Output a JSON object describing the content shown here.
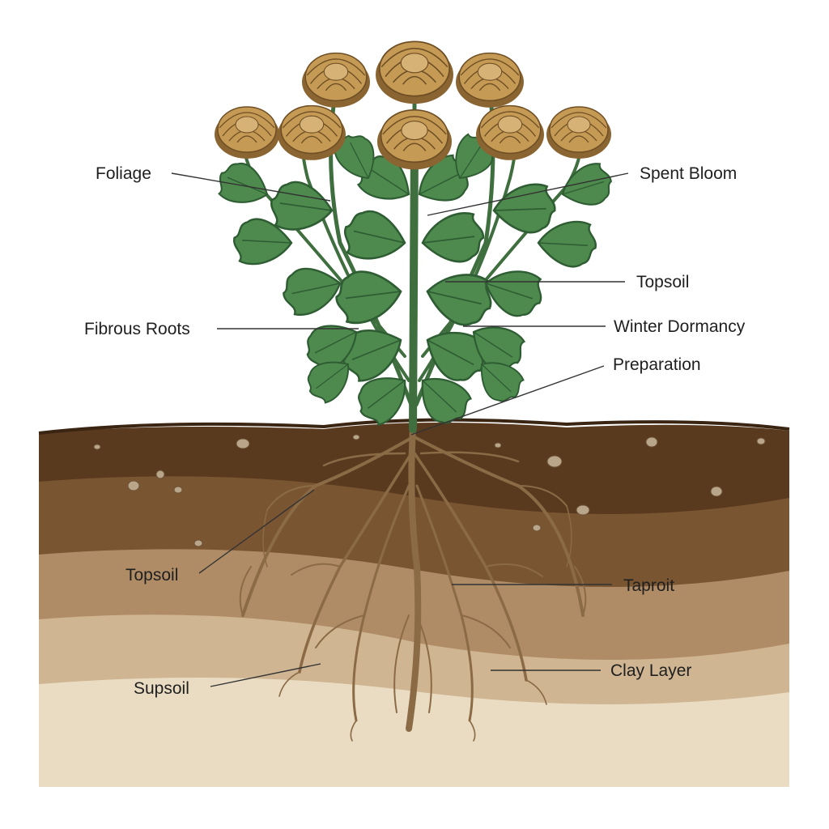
{
  "labels": {
    "foliage": "Foliage",
    "spent_bloom": "Spent Bloom",
    "topsoil_upper": "Topsoil",
    "fibrous_roots": "Fibrous Roots",
    "winter_dormancy": "Winter Dormancy",
    "preparation": "Preparation",
    "topsoil_lower": "Topsoil",
    "taproit": "Taproit",
    "supsoil": "Supsoil",
    "clay_layer": "Clay Layer"
  },
  "colors": {
    "background": "#ffffff",
    "flower": "#c59a55",
    "flower_dark": "#8a6431",
    "leaf": "#4e8a4e",
    "leaf_dark": "#2f5d33",
    "stem": "#3f6e3f",
    "root": "#8b6a46",
    "soil_top": "#5a3a1f",
    "soil_mid": "#7a5532",
    "soil_light": "#b08c66",
    "soil_pale": "#cfb592",
    "soil_sand": "#e9dcc3",
    "leader_line": "#333333"
  }
}
